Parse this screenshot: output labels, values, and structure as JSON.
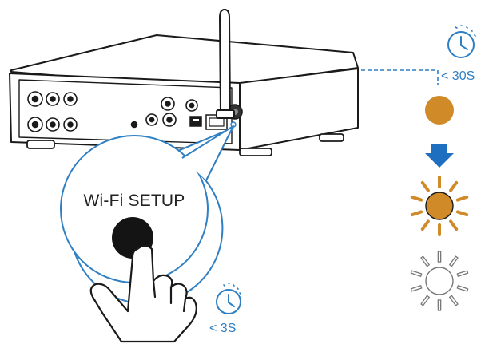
{
  "callout": {
    "button_label": "Wi-Fi SETUP"
  },
  "timers": {
    "long_press": "< 30S",
    "short_press": "< 3S"
  },
  "led_states": [
    {
      "state": "steady",
      "color": "#d08a28"
    },
    {
      "state": "blinking",
      "color": "#d08a28"
    },
    {
      "state": "blinking-off",
      "color": "#ffffff"
    }
  ],
  "colors": {
    "accent_blue": "#2f7fc4",
    "led_amber": "#d08a28",
    "outline": "#1a1a1a",
    "arrow_blue": "#1f6fc0"
  },
  "icons": {
    "timer": "stopwatch-icon",
    "arrow": "arrow-down-icon",
    "hand": "pointing-hand-icon"
  }
}
